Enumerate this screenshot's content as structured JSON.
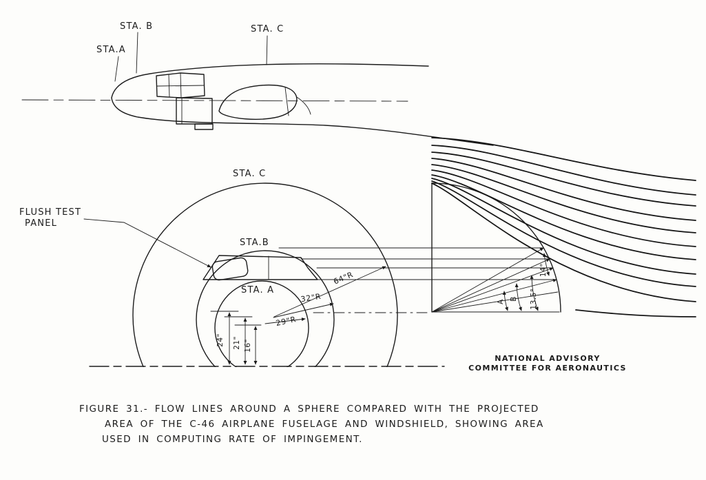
{
  "figure": {
    "side_view": {
      "sta_a": "STA.A",
      "sta_b": "STA. B",
      "sta_c": "STA. C"
    },
    "front_view": {
      "sta_c": "STA. C",
      "sta_b": "STA.B",
      "sta_a": "STA. A",
      "flush_line1": "FLUSH TEST",
      "flush_line2": "PANEL",
      "radius_64": "64\"R",
      "radius_32": "32\"R",
      "radius_29": "29\"R",
      "dim_24": "24\"",
      "dim_21": "21\"",
      "dim_16": "16\""
    },
    "sphere_view": {
      "angle_a": "A",
      "angle_b": "B",
      "angle_14": "14°",
      "angle_13_5": "13.5°"
    },
    "credit": {
      "line1": "NATIONAL ADVISORY",
      "line2": "COMMITTEE FOR AERONAUTICS"
    },
    "caption": {
      "line1": "FIGURE 31.- FLOW LINES AROUND A SPHERE COMPARED WITH THE PROJECTED",
      "line2": "AREA OF THE C-46 AIRPLANE FUSELAGE AND WINDSHIELD, SHOWING AREA",
      "line3": "USED IN COMPUTING RATE OF IMPINGEMENT."
    }
  }
}
